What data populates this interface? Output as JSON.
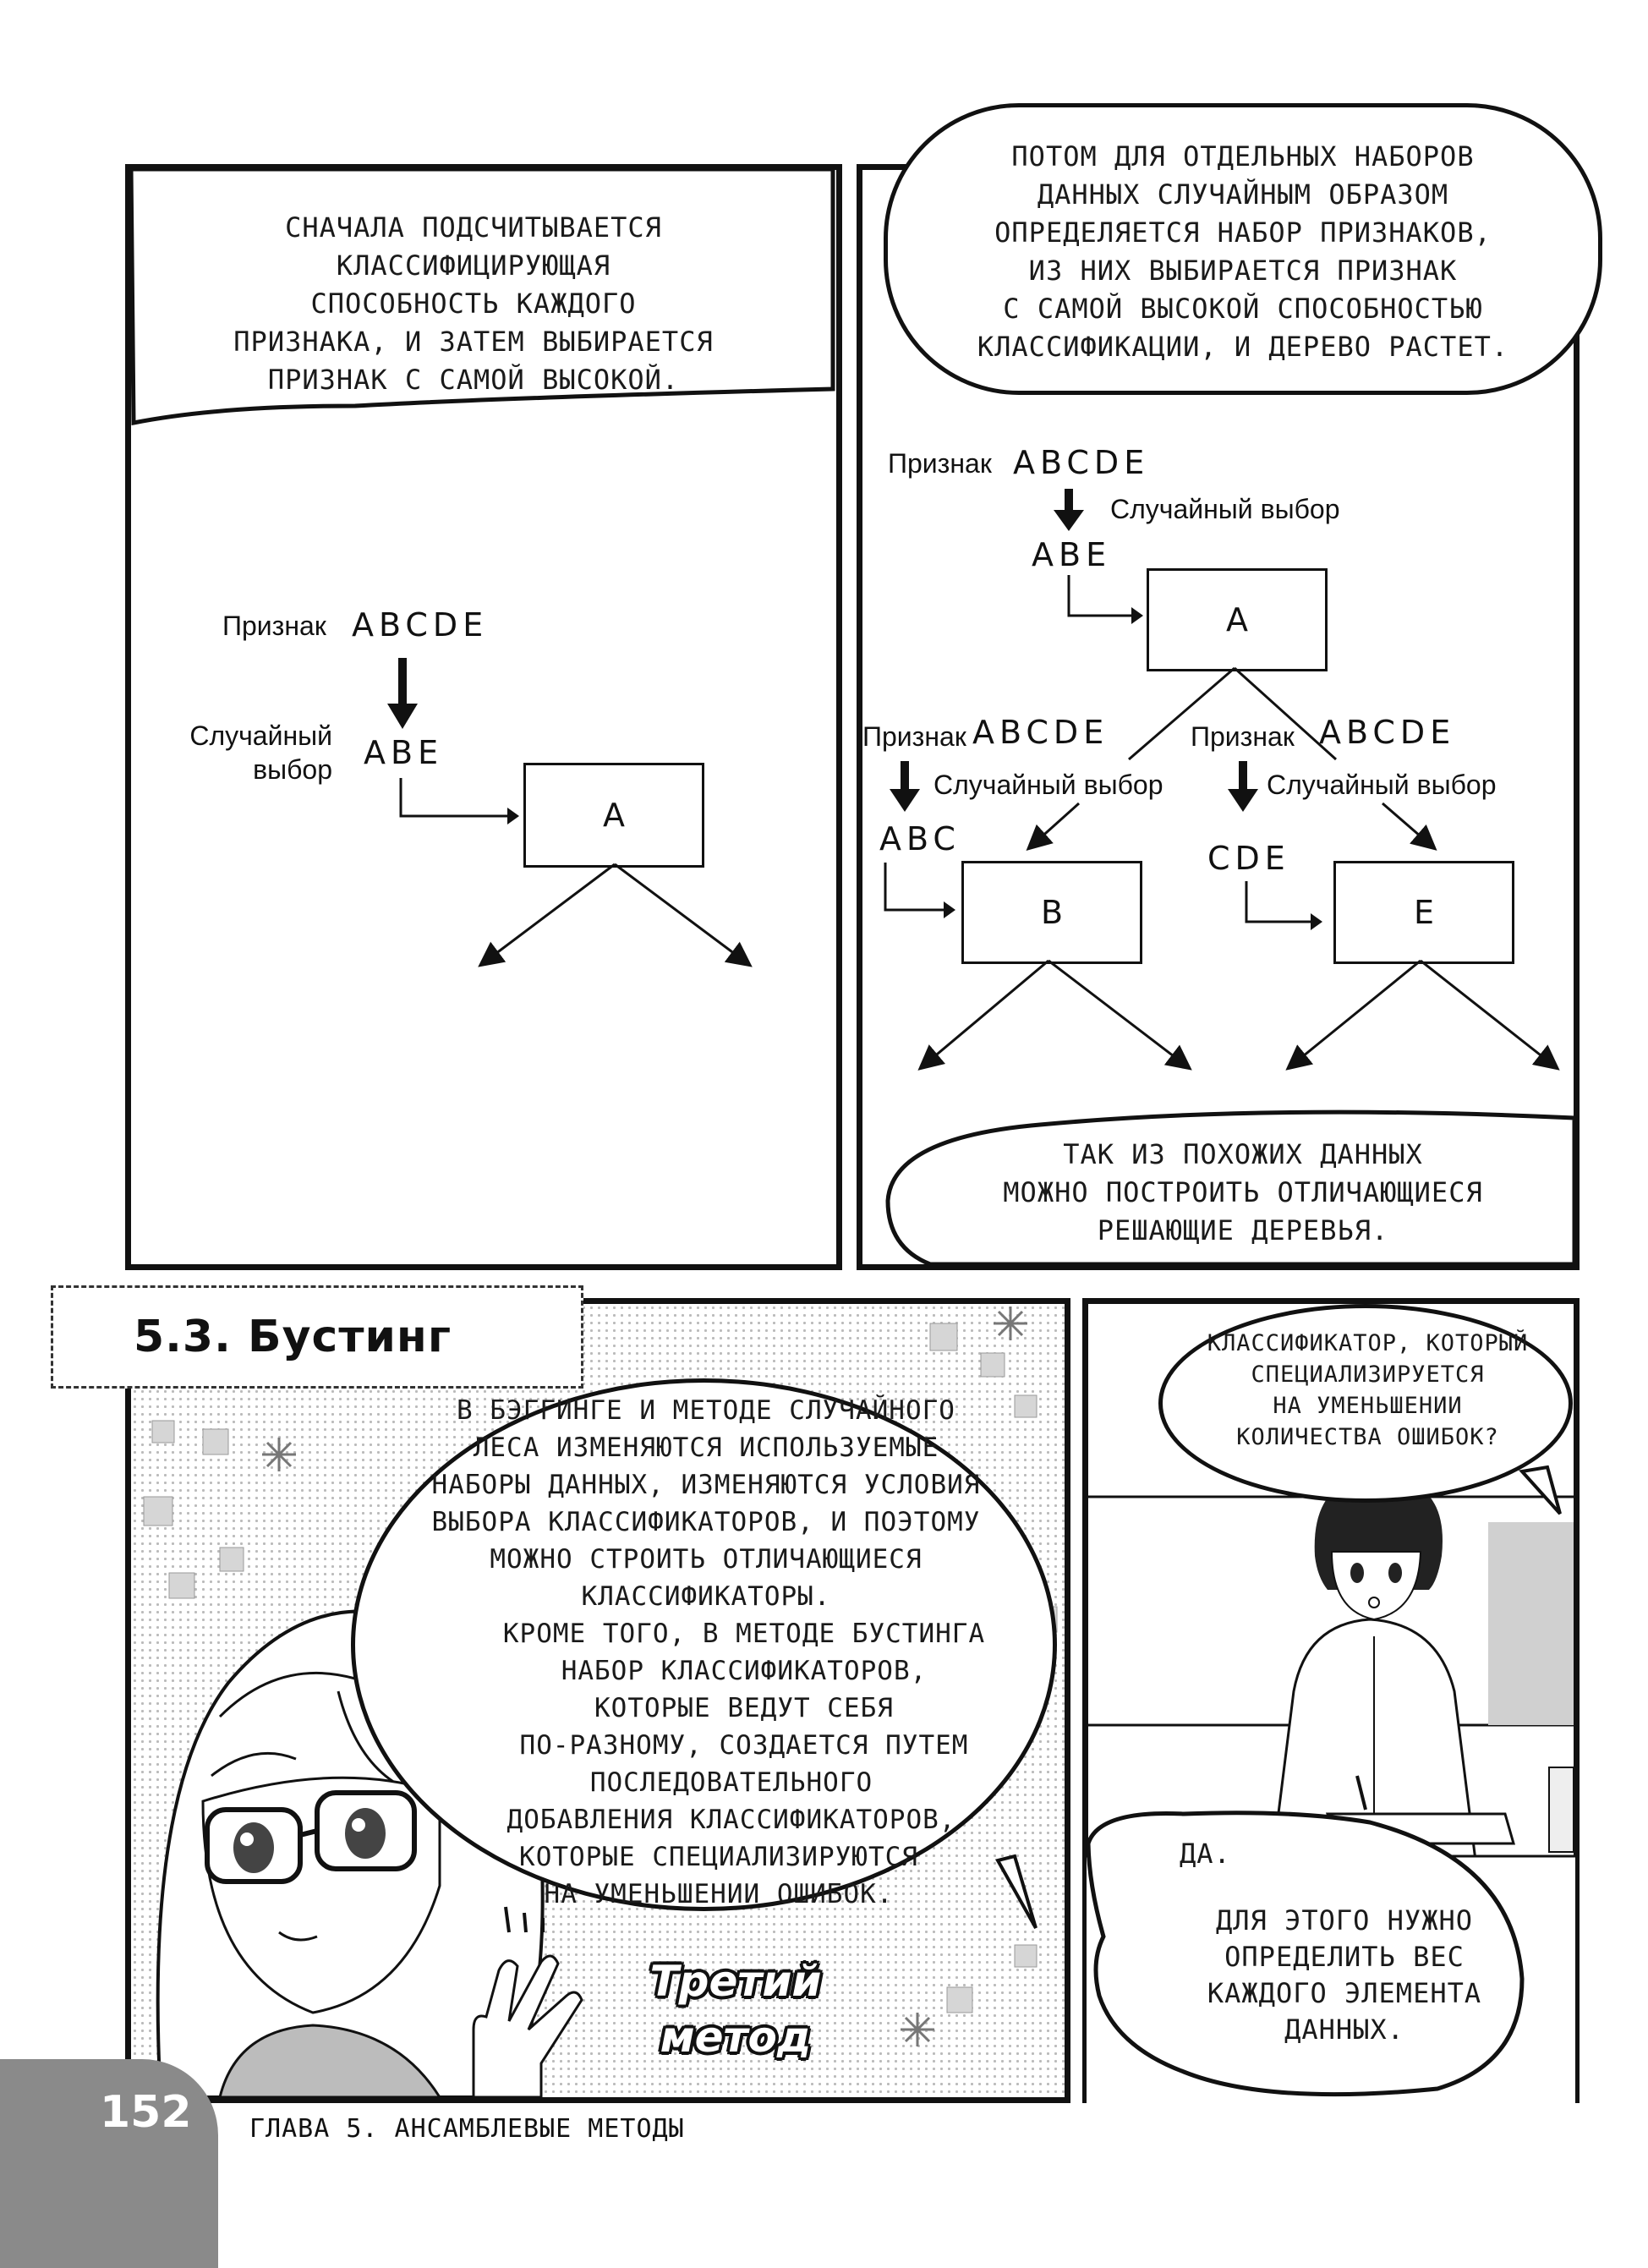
{
  "panel1": {
    "bubble_lines": [
      "Сначала подсчитывается",
      "классифицирующая",
      "способность каждого",
      "признака, и затем выбирается",
      "признак с самой высокой."
    ],
    "feature_label": "Признак",
    "letters_all": "ABCDE",
    "random_label_1": "Случайный",
    "random_label_2": "выбор",
    "letters_sel": "ABE",
    "node": "A"
  },
  "panel2": {
    "top_bubble_lines": [
      "Потом для отдельных наборов",
      "данных случайным образом",
      "определяется набор признаков,",
      "из них выбирается признак",
      "с самой высокой способностью",
      "классификации, и дерево растет."
    ],
    "feature_label": "Признак",
    "letters_all": "ABCDE",
    "random_choice": "Случайный выбор",
    "root_sel": "ABE",
    "root_node": "A",
    "left_sel": "ABC",
    "left_node": "B",
    "right_sel": "CDE",
    "right_node": "E",
    "bottom_bubble_lines": [
      "Так из похожих данных",
      "можно построить отличающиеся",
      "решающие деревья."
    ]
  },
  "section": {
    "title": "5.3. Бустинг"
  },
  "panel3": {
    "bubble_lines": [
      "В бэггинге и методе случайного",
      "леса изменяются используемые",
      "наборы данных, изменяются условия",
      "выбора классификаторов, и поэтому",
      "можно строить отличающиеся",
      "классификаторы.",
      "Кроме того, в методе бустинга",
      "набор классификаторов,",
      "которые ведут себя",
      "по-разному, создается путем",
      "последовательного",
      "добавления классификаторов,",
      "которые специализируются",
      "на уменьшении ошибок."
    ],
    "sfx_line1": "Третий",
    "sfx_line2": "метод"
  },
  "panel4": {
    "question_lines": [
      "Классификатор, который",
      "специализируется",
      "на уменьшении",
      "количества ошибок?"
    ],
    "answer_short": "Да.",
    "answer_lines": [
      "Для этого нужно",
      "определить вес",
      "каждого элемента",
      "данных."
    ]
  },
  "footer": {
    "page_number": "152",
    "chapter": "ГЛАВА 5. АНСАМБЛЕВЫЕ МЕТОДЫ"
  }
}
